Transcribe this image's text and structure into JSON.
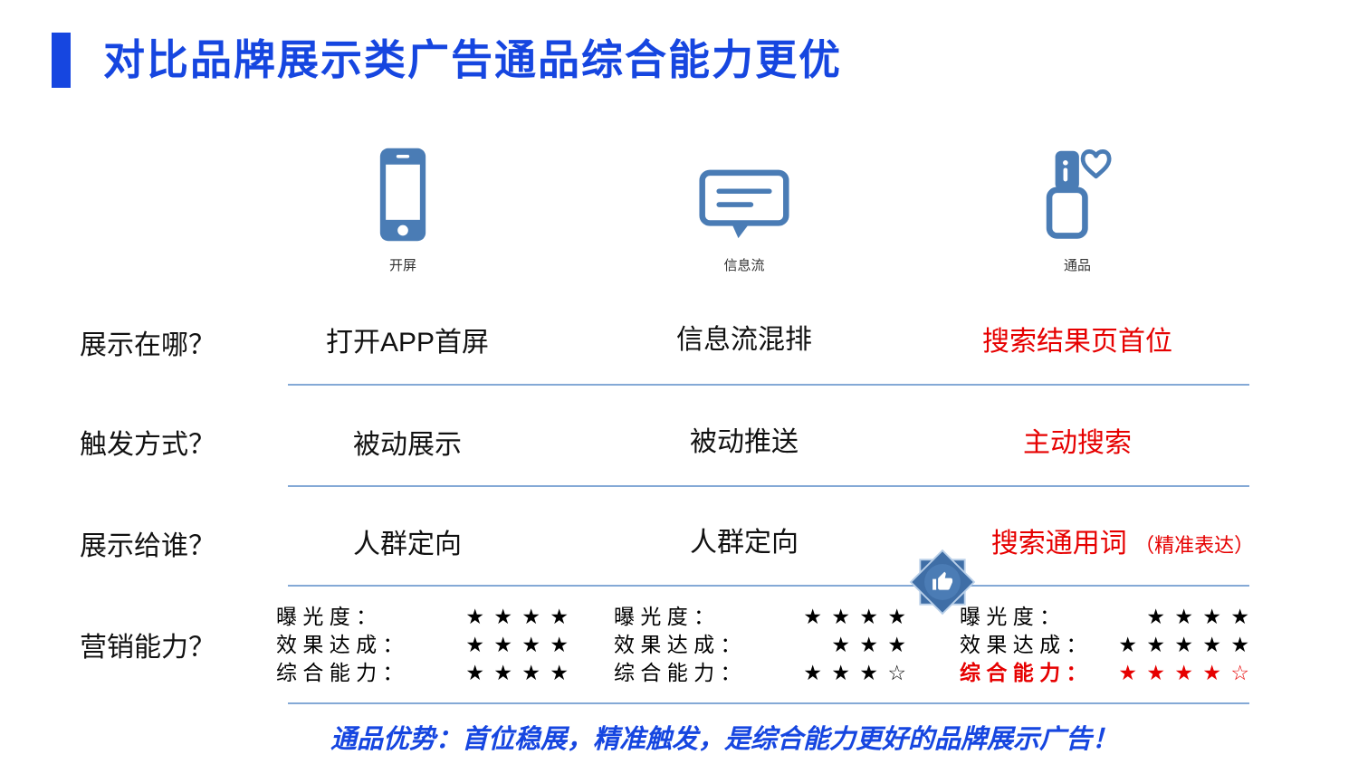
{
  "header": {
    "title": "对比品牌展示类广告通品综合能力更优"
  },
  "columns": [
    {
      "icon": "phone-icon",
      "label": "开屏"
    },
    {
      "icon": "feed-icon",
      "label": "信息流"
    },
    {
      "icon": "lipstick-icon",
      "label": "通品"
    }
  ],
  "rows": [
    {
      "label": "展示在哪？",
      "cells": [
        "打开APP首屏",
        "信息流混排",
        "搜索结果页首位"
      ]
    },
    {
      "label": "触发方式？",
      "cells": [
        "被动展示",
        "被动推送",
        "主动搜索"
      ]
    },
    {
      "label": "展示给谁？",
      "cells": [
        "人群定向",
        "人群定向",
        "搜索通用词"
      ],
      "cell3_suffix": "（精准表达）"
    }
  ],
  "marketing": {
    "label": "营销能力？",
    "badge": "thumbs-up-badge",
    "columns": [
      {
        "lines": [
          {
            "name": "曝 光 度 ：",
            "stars": "★ ★ ★ ★"
          },
          {
            "name": "效 果 达 成 ：",
            "stars": "★ ★ ★ ★"
          },
          {
            "name": "综 合 能 力 ：",
            "stars": "★ ★ ★ ★"
          }
        ]
      },
      {
        "lines": [
          {
            "name": "曝 光 度 ：",
            "stars": "★ ★ ★ ★"
          },
          {
            "name": "效 果 达 成 ：",
            "stars": "★ ★ ★"
          },
          {
            "name": "综 合 能 力 ：",
            "stars": "★ ★ ★ ☆"
          }
        ]
      },
      {
        "lines": [
          {
            "name": "曝 光 度 ：",
            "stars": "★ ★ ★ ★"
          },
          {
            "name": "效 果 达 成 ：",
            "stars": "★ ★ ★ ★ ★"
          },
          {
            "name": "综 合 能 力 ：",
            "stars": "★ ★ ★ ★ ☆"
          }
        ]
      }
    ]
  },
  "footer": "通品优势：首位稳展，精准触发，是综合能力更好的品牌展示广告！",
  "colors": {
    "title_blue": "#1646E0",
    "icon_blue": "#4A7CB5",
    "highlight_red": "#E60000",
    "divider_blue": "#84A9D6"
  }
}
